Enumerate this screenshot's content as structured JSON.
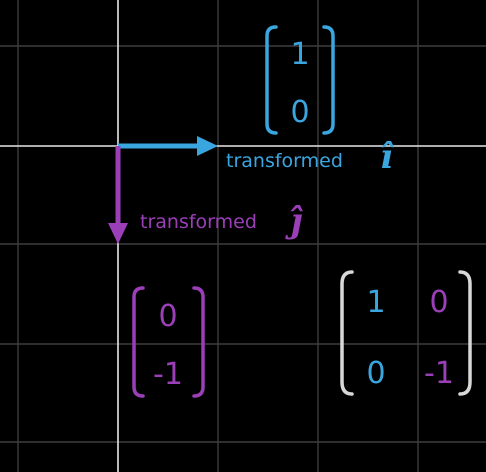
{
  "colors": {
    "background": "#000000",
    "grid": "#3d3d3d",
    "axes": "#e8e8e8",
    "i_hat": "#3aa6e0",
    "j_hat": "#9b3fb8",
    "matrix_bracket": "#d8d8d8"
  },
  "i_hat": {
    "label_text": "transformed",
    "symbol": "î",
    "vector": [
      "1",
      "0"
    ]
  },
  "j_hat": {
    "label_text": "transformed",
    "symbol": "ĵ",
    "vector": [
      "0",
      "-1"
    ]
  },
  "matrix": {
    "rows": [
      [
        "1",
        "0"
      ],
      [
        "0",
        "-1"
      ]
    ]
  }
}
